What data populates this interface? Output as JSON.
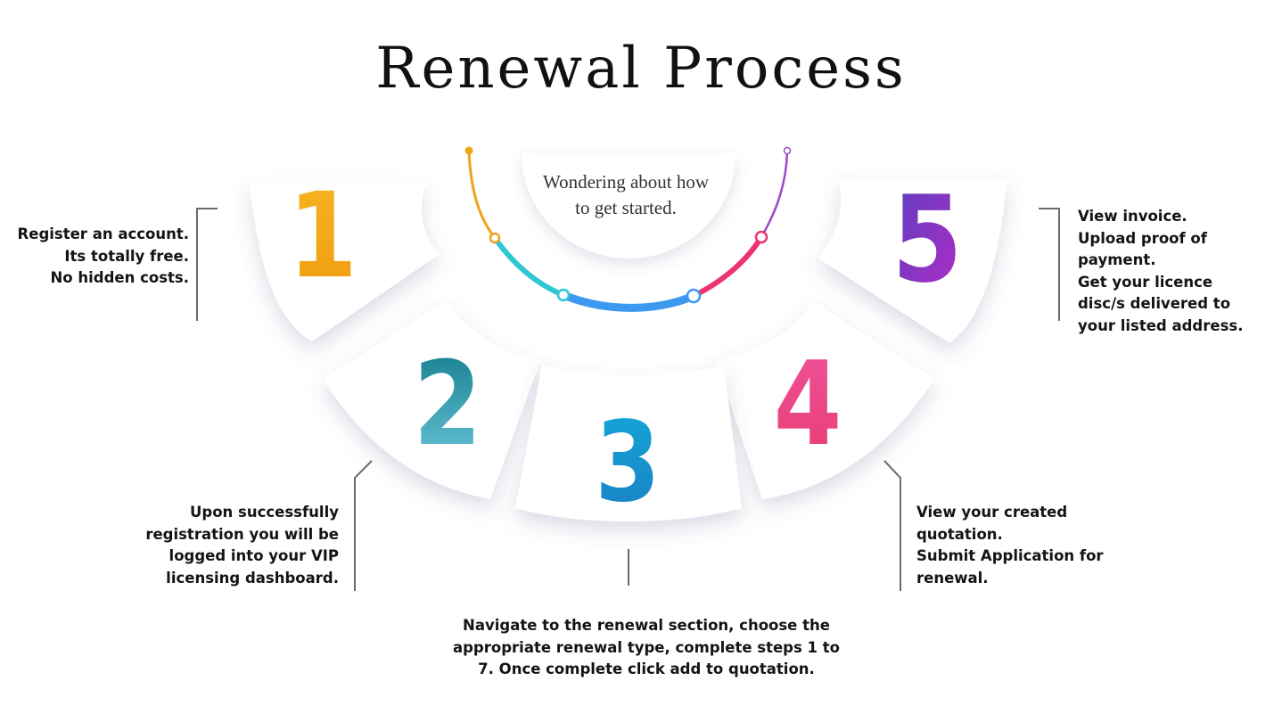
{
  "title": "Renewal Process",
  "center_text": [
    "Wondering about how",
    "to get started."
  ],
  "steps": [
    {
      "number": "1",
      "color_top": "#f5b524",
      "color_bottom": "#f09c0f",
      "lines": [
        "Register an account.",
        "Its totally free.",
        "No hidden costs."
      ]
    },
    {
      "number": "2",
      "color_top": "#117a8a",
      "color_bottom": "#6cc9dc",
      "lines": [
        "Upon successfully",
        "registration you will be",
        "logged into your VIP",
        "licensing dashboard."
      ]
    },
    {
      "number": "3",
      "color_top": "#14a7d6",
      "color_bottom": "#1a7fc5",
      "lines": [
        "Navigate to the renewal section, choose the",
        "appropriate renewal type, complete steps 1 to",
        "7. Once complete click add to quotation."
      ]
    },
    {
      "number": "4",
      "color_top": "#f0539a",
      "color_bottom": "#e63b73",
      "lines": [
        "View your created",
        "quotation.",
        "Submit Application for",
        "renewal."
      ]
    },
    {
      "number": "5",
      "color_top": "#5a3fbf",
      "color_bottom": "#b52bc7",
      "lines": [
        "View invoice.",
        "Upload proof of",
        "payment.",
        "Get your licence",
        "disc/s delivered to",
        "your listed address."
      ]
    }
  ],
  "colors": {
    "arc_orange": "#f0a31a",
    "arc_teal": "#2ec7d3",
    "arc_blue": "#3b99f0",
    "arc_pink": "#ee3470",
    "arc_purple": "#9b49c9",
    "leader_line": "#6b6b6b"
  }
}
